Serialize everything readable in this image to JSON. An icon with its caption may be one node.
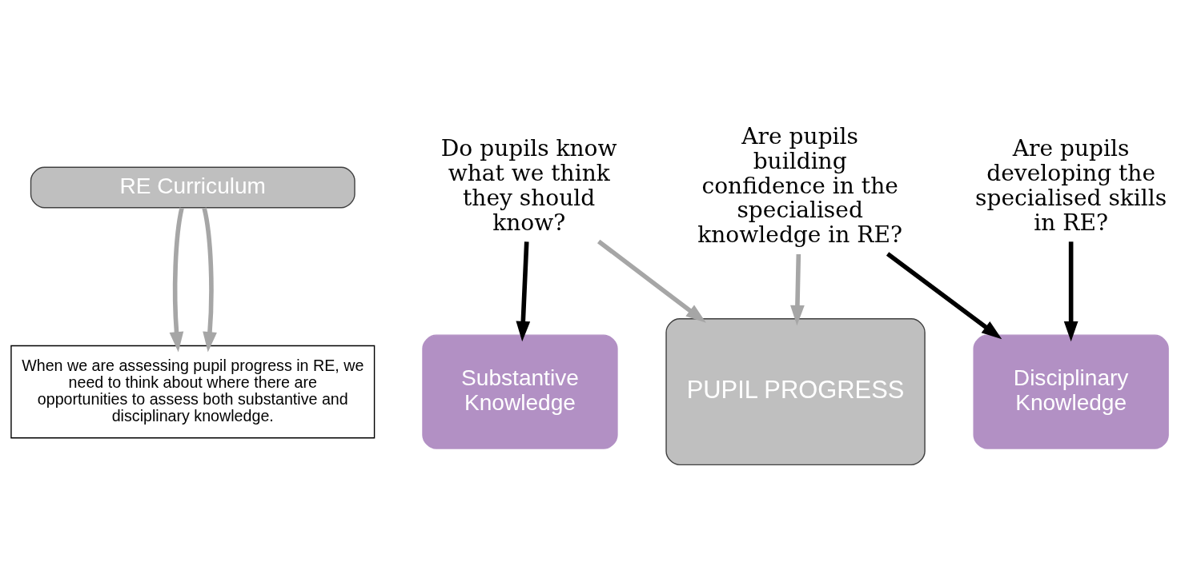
{
  "diagram": {
    "nodes": [
      {
        "text": [
          "RE Curriculum"
        ]
      },
      {
        "text": [
          "Substantive Knowledge"
        ]
      },
      {
        "text": [
          "Disciplinary Knowledge"
        ]
      },
      {
        "text": [
          "When we are assessing pupil progress in RE, we need to think about where there are opportunities to assess both substantive and disciplinary knowledge."
        ]
      },
      {
        "text": [
          "PUPIL PROGRESS"
        ]
      },
      {
        "text": [
          "Do pupils know what we think they should know?"
        ]
      },
      {
        "text": [
          "Are pupils building confidence in the specialised knowledge in RE?"
        ]
      },
      {
        "text": [
          "Are pupils developing the specialised skills in RE?"
        ]
      }
    ],
    "edges": [
      {
        "from": 0,
        "to": 3,
        "arrow": "to"
      },
      {
        "from": 0,
        "to": 3,
        "arrow": "to"
      },
      {
        "from": 5,
        "to": 1,
        "arrow": "to",
        "color": "#000000"
      },
      {
        "from": 6,
        "to": 2,
        "arrow": "to",
        "color": "#000000"
      },
      {
        "from": 7,
        "to": 2,
        "arrow": "to",
        "color": "#000000"
      },
      {
        "from": 5,
        "to": 4,
        "arrow": "to"
      },
      {
        "from": 6,
        "to": 4,
        "arrow": "to"
      }
    ]
  }
}
